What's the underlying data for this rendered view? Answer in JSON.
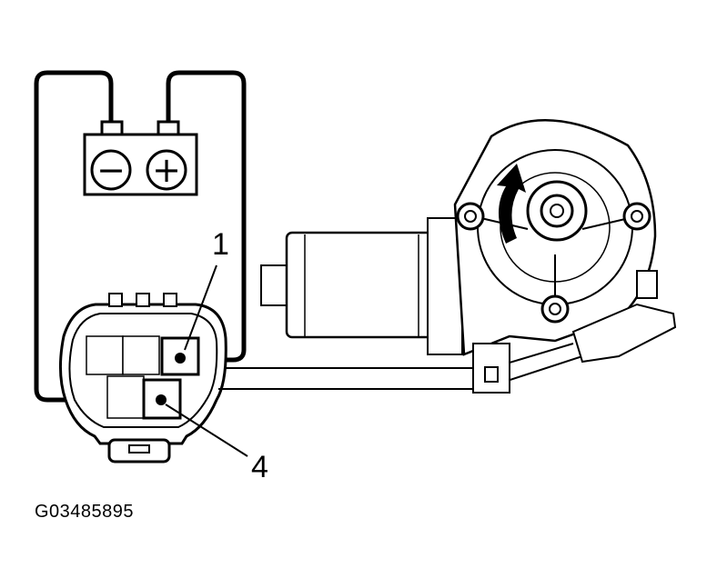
{
  "callouts": {
    "pin_1": "1",
    "pin_4": "4"
  },
  "battery": {
    "negative_symbol": "−",
    "positive_symbol": "+"
  },
  "figure_code": "G03485895",
  "colors": {
    "line": "#000000",
    "background": "#ffffff"
  }
}
